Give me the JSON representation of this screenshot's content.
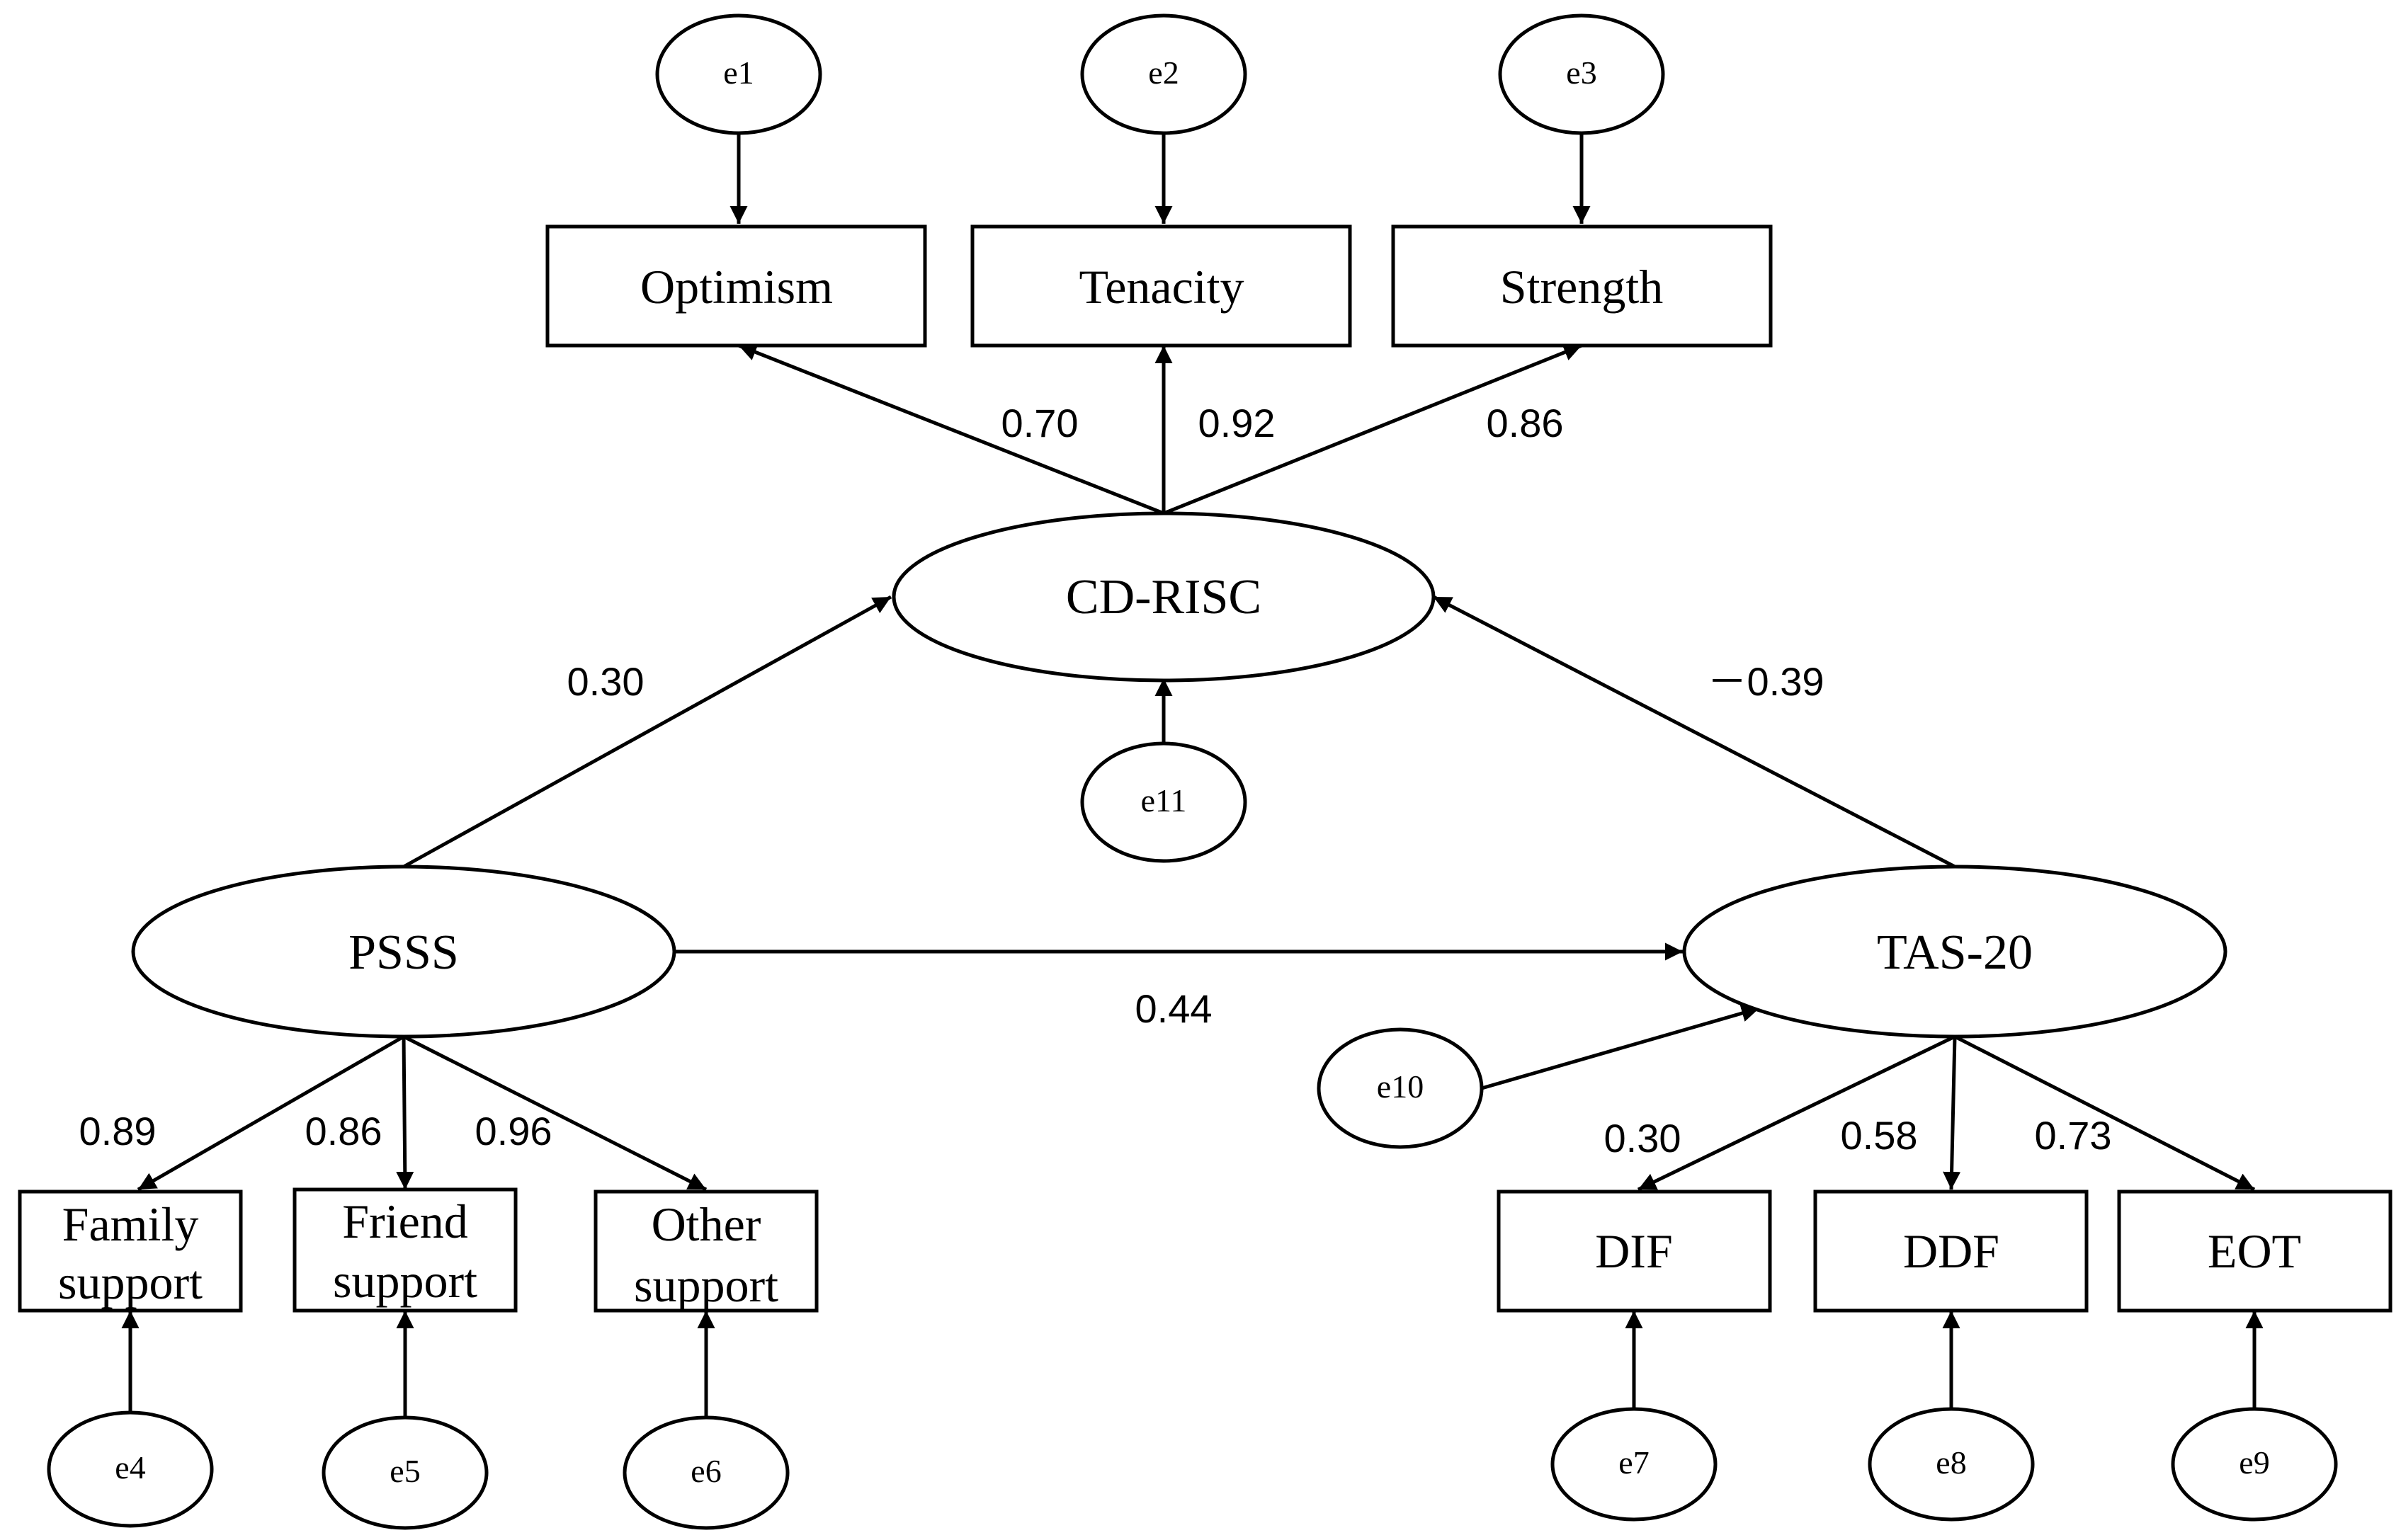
{
  "latent": {
    "cdrisc": "CD-RISC",
    "psss": "PSSS",
    "tas20": "TAS-20"
  },
  "observed": {
    "optimism": "Optimism",
    "tenacity": "Tenacity",
    "strength": "Strength",
    "family": [
      "Family",
      "support"
    ],
    "friend": [
      "Friend",
      "support"
    ],
    "other": [
      "Other",
      "support"
    ],
    "dif": "DIF",
    "ddf": "DDF",
    "eot": "EOT"
  },
  "errors": {
    "e1": "e1",
    "e2": "e2",
    "e3": "e3",
    "e4": "e4",
    "e5": "e5",
    "e6": "e6",
    "e7": "e7",
    "e8": "e8",
    "e9": "e9",
    "e10": "e10",
    "e11": "e11"
  },
  "coefficients": {
    "cdrisc_optimism": "0.70",
    "cdrisc_tenacity": "0.92",
    "cdrisc_strength": "0.86",
    "psss_cdrisc": "0.30",
    "tas20_cdrisc": "－0.39",
    "psss_tas20": "0.44",
    "psss_family": "0.89",
    "psss_friend": "0.86",
    "psss_other": "0.96",
    "tas20_dif": "0.30",
    "tas20_ddf": "0.58",
    "tas20_eot": "0.73"
  }
}
